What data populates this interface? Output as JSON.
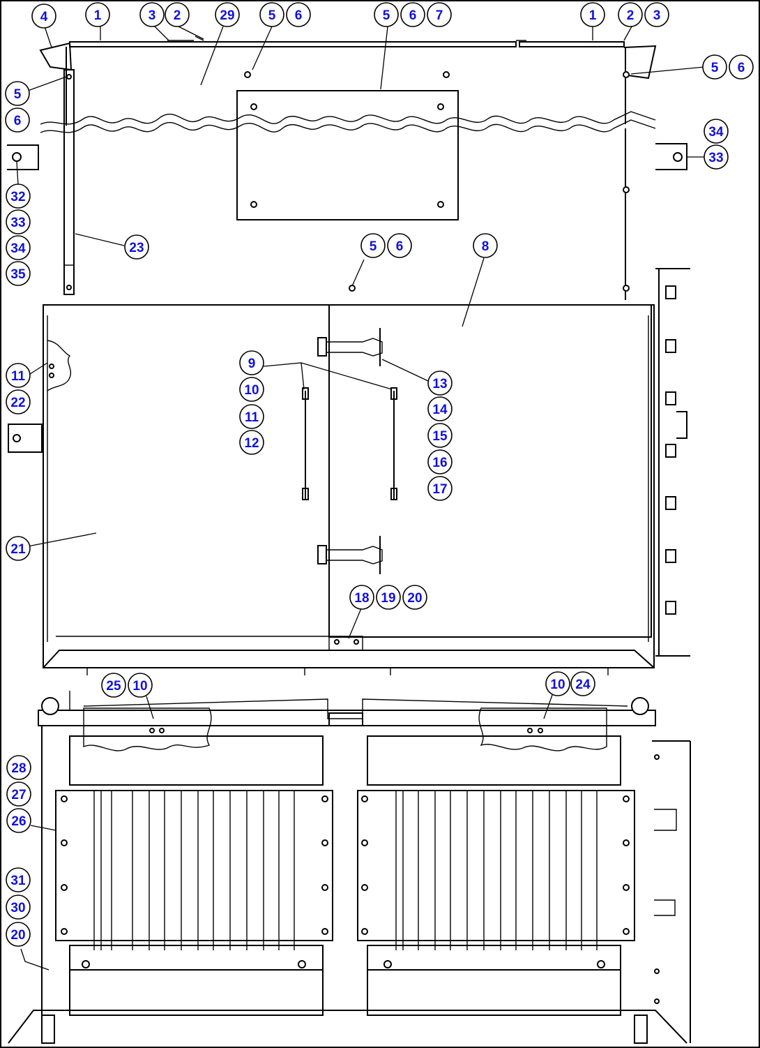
{
  "diagram": {
    "kind": "exploded parts drawing",
    "callout_text_color": "#1010dd",
    "line_color": "#000000",
    "callouts": [
      {
        "label": "4"
      },
      {
        "label": "1"
      },
      {
        "label": "3"
      },
      {
        "label": "2"
      },
      {
        "label": "29"
      },
      {
        "label": "5"
      },
      {
        "label": "6"
      },
      {
        "label": "5"
      },
      {
        "label": "6"
      },
      {
        "label": "7"
      },
      {
        "label": "1"
      },
      {
        "label": "2"
      },
      {
        "label": "3"
      },
      {
        "label": "5"
      },
      {
        "label": "6"
      },
      {
        "label": "5"
      },
      {
        "label": "6"
      },
      {
        "label": "34"
      },
      {
        "label": "33"
      },
      {
        "label": "32"
      },
      {
        "label": "33"
      },
      {
        "label": "34"
      },
      {
        "label": "35"
      },
      {
        "label": "23"
      },
      {
        "label": "5"
      },
      {
        "label": "6"
      },
      {
        "label": "8"
      },
      {
        "label": "9"
      },
      {
        "label": "10"
      },
      {
        "label": "11"
      },
      {
        "label": "12"
      },
      {
        "label": "13"
      },
      {
        "label": "14"
      },
      {
        "label": "15"
      },
      {
        "label": "16"
      },
      {
        "label": "17"
      },
      {
        "label": "11"
      },
      {
        "label": "22"
      },
      {
        "label": "21"
      },
      {
        "label": "18"
      },
      {
        "label": "19"
      },
      {
        "label": "20"
      },
      {
        "label": "25"
      },
      {
        "label": "10"
      },
      {
        "label": "10"
      },
      {
        "label": "24"
      },
      {
        "label": "28"
      },
      {
        "label": "27"
      },
      {
        "label": "26"
      },
      {
        "label": "31"
      },
      {
        "label": "30"
      },
      {
        "label": "20"
      }
    ]
  }
}
